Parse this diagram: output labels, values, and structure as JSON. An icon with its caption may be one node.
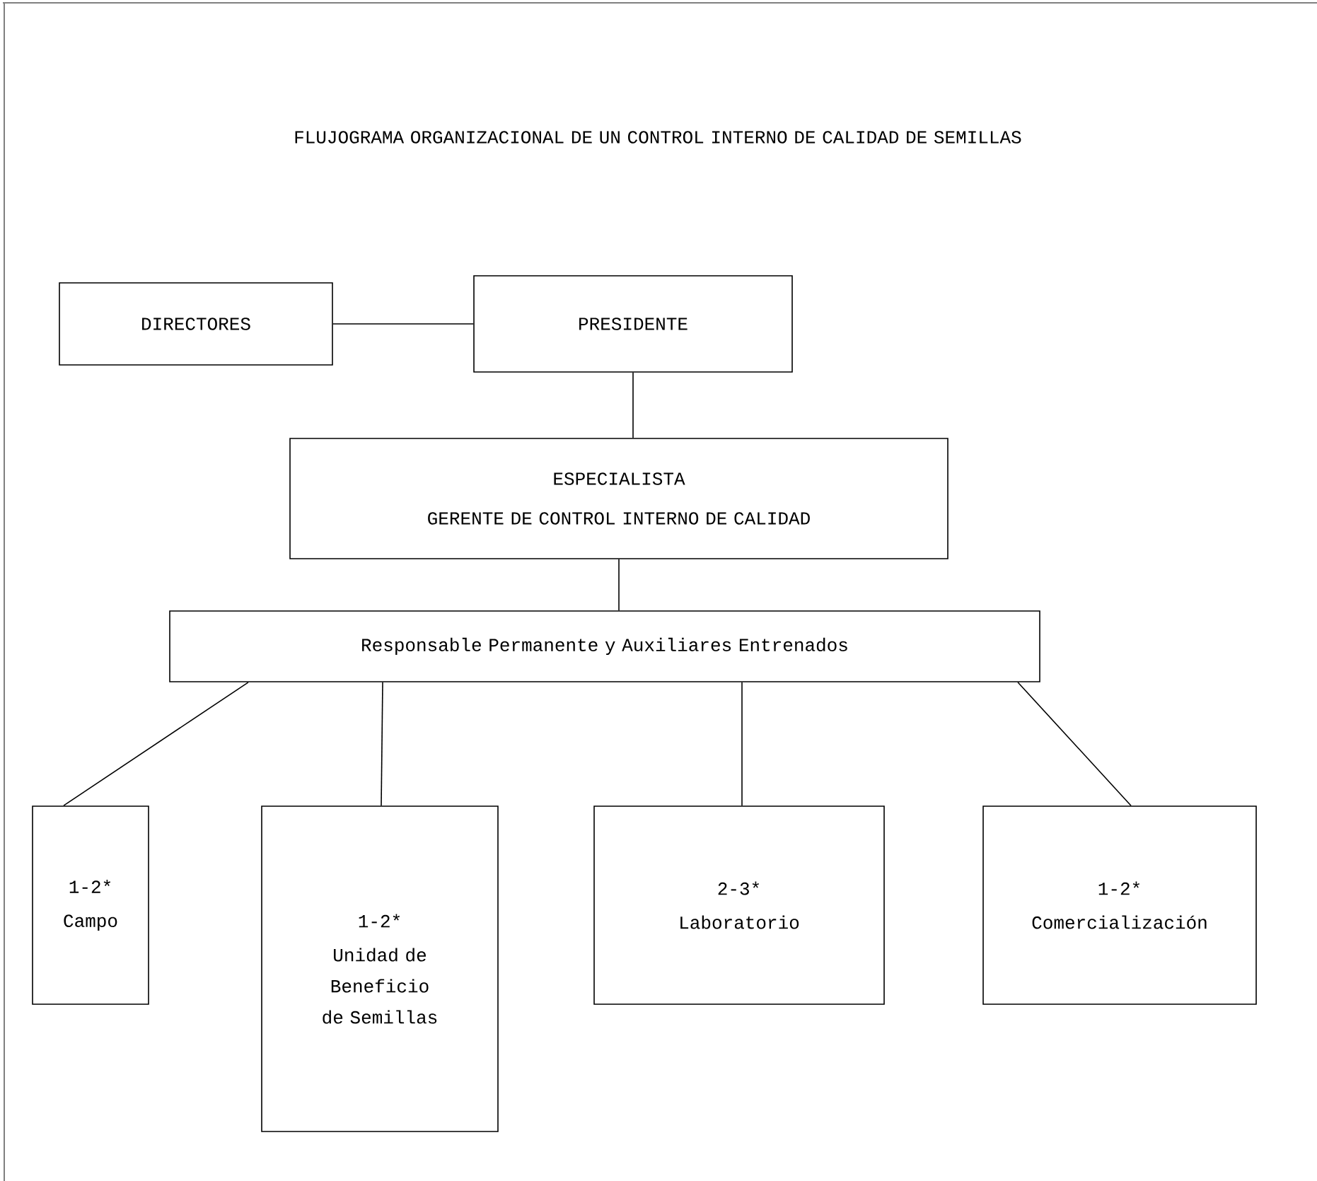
{
  "diagram": {
    "title": "FLUJOGRAMA ORGANIZACIONAL DE UN CONTROL INTERNO DE CALIDAD DE SEMILLAS",
    "nodes": [
      {
        "text": [
          "DIRECTORES"
        ]
      },
      {
        "text": [
          "PRESIDENTE"
        ]
      },
      {
        "text": [
          "ESPECIALISTA",
          "GERENTE DE CONTROL INTERNO DE CALIDAD"
        ]
      },
      {
        "text": [
          "Responsable Permanente y Auxiliares Entrenados"
        ]
      },
      {
        "text": [
          "1-2*",
          "Campo"
        ]
      },
      {
        "text": [
          "1-2*",
          "Unidad de Beneficio de Semillas"
        ]
      },
      {
        "text": [
          "2-3*",
          "Laboratorio"
        ]
      },
      {
        "text": [
          "1-2*",
          "Comercialización"
        ]
      }
    ],
    "edges": [
      {
        "from": 0,
        "to": 1,
        "arrow": "none"
      },
      {
        "from": 1,
        "to": 2,
        "arrow": "none"
      },
      {
        "from": 2,
        "to": 3,
        "arrow": "none"
      },
      {
        "from": 3,
        "to": 4,
        "arrow": "none"
      },
      {
        "from": 3,
        "to": 5,
        "arrow": "none"
      },
      {
        "from": 3,
        "to": 6,
        "arrow": "none"
      },
      {
        "from": 3,
        "to": 7,
        "arrow": "none"
      }
    ]
  }
}
